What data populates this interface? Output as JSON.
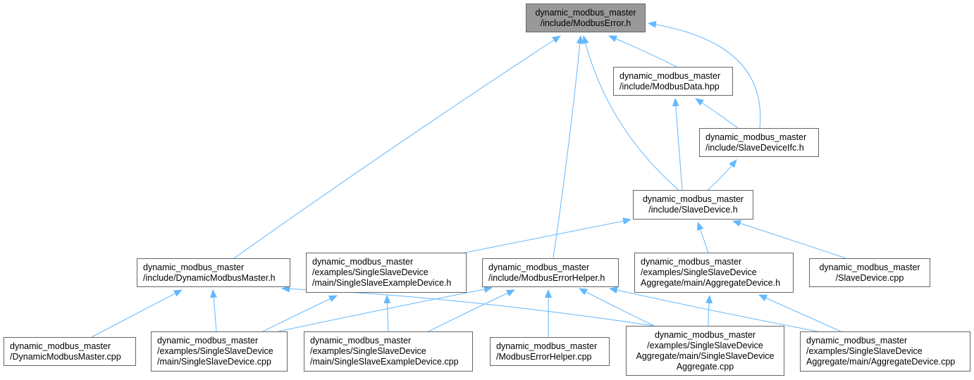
{
  "nodes": {
    "modbus_error_h": {
      "lines": [
        "dynamic_modbus_master",
        "/include/ModbusError.h"
      ],
      "highlight": true
    },
    "modbus_data_hpp": {
      "lines": [
        "dynamic_modbus_master",
        "/include/ModbusData.hpp"
      ]
    },
    "slave_device_ifc_h": {
      "lines": [
        "dynamic_modbus_master",
        "/include/SlaveDeviceIfc.h"
      ]
    },
    "slave_device_h": {
      "lines": [
        "dynamic_modbus_master",
        "/include/SlaveDevice.h"
      ]
    },
    "dynamic_modbus_master_h": {
      "lines": [
        "dynamic_modbus_master",
        "/include/DynamicModbusMaster.h"
      ]
    },
    "single_slave_example_device_h": {
      "lines": [
        "dynamic_modbus_master",
        "/examples/SingleSlaveDevice",
        "/main/SingleSlaveExampleDevice.h"
      ]
    },
    "modbus_error_helper_h": {
      "lines": [
        "dynamic_modbus_master",
        "/include/ModbusErrorHelper.h"
      ]
    },
    "aggregate_device_h": {
      "lines": [
        "dynamic_modbus_master",
        "/examples/SingleSlaveDevice",
        "Aggregate/main/AggregateDevice.h"
      ]
    },
    "slave_device_cpp": {
      "lines": [
        "dynamic_modbus_master",
        "/SlaveDevice.cpp"
      ]
    },
    "dynamic_modbus_master_cpp": {
      "lines": [
        "dynamic_modbus_master",
        "/DynamicModbusMaster.cpp"
      ]
    },
    "single_slave_device_cpp": {
      "lines": [
        "dynamic_modbus_master",
        "/examples/SingleSlaveDevice",
        "/main/SingleSlaveDevice.cpp"
      ]
    },
    "single_slave_example_device_cpp": {
      "lines": [
        "dynamic_modbus_master",
        "/examples/SingleSlaveDevice",
        "/main/SingleSlaveExampleDevice.cpp"
      ]
    },
    "modbus_error_helper_cpp": {
      "lines": [
        "dynamic_modbus_master",
        "/ModbusErrorHelper.cpp"
      ]
    },
    "single_slave_device_aggregate_cpp": {
      "lines": [
        "dynamic_modbus_master",
        "/examples/SingleSlaveDevice",
        "Aggregate/main/SingleSlaveDevice",
        "Aggregate.cpp"
      ]
    },
    "aggregate_device_cpp": {
      "lines": [
        "dynamic_modbus_master",
        "/examples/SingleSlaveDevice",
        "Aggregate/main/AggregateDevice.cpp"
      ]
    }
  },
  "edges": [
    [
      "modbus_data_hpp",
      "modbus_error_h"
    ],
    [
      "slave_device_ifc_h",
      "modbus_error_h"
    ],
    [
      "slave_device_h",
      "modbus_error_h"
    ],
    [
      "dynamic_modbus_master_h",
      "modbus_error_h"
    ],
    [
      "modbus_error_helper_h",
      "modbus_error_h"
    ],
    [
      "slave_device_ifc_h",
      "modbus_data_hpp"
    ],
    [
      "slave_device_h",
      "modbus_data_hpp"
    ],
    [
      "slave_device_h",
      "slave_device_ifc_h"
    ],
    [
      "single_slave_example_device_h",
      "slave_device_h"
    ],
    [
      "aggregate_device_h",
      "slave_device_h"
    ],
    [
      "slave_device_cpp",
      "slave_device_h"
    ],
    [
      "dynamic_modbus_master_cpp",
      "dynamic_modbus_master_h"
    ],
    [
      "single_slave_device_cpp",
      "dynamic_modbus_master_h"
    ],
    [
      "single_slave_device_aggregate_cpp",
      "dynamic_modbus_master_h"
    ],
    [
      "single_slave_device_cpp",
      "single_slave_example_device_h"
    ],
    [
      "single_slave_example_device_cpp",
      "single_slave_example_device_h"
    ],
    [
      "single_slave_device_cpp",
      "modbus_error_helper_h"
    ],
    [
      "single_slave_example_device_cpp",
      "modbus_error_helper_h"
    ],
    [
      "modbus_error_helper_cpp",
      "modbus_error_helper_h"
    ],
    [
      "single_slave_device_aggregate_cpp",
      "modbus_error_helper_h"
    ],
    [
      "aggregate_device_cpp",
      "modbus_error_helper_h"
    ],
    [
      "single_slave_device_aggregate_cpp",
      "aggregate_device_h"
    ],
    [
      "aggregate_device_cpp",
      "aggregate_device_h"
    ]
  ],
  "colors": {
    "edge": "#63b8ff",
    "root_fill": "#999999",
    "border": "#666666"
  }
}
